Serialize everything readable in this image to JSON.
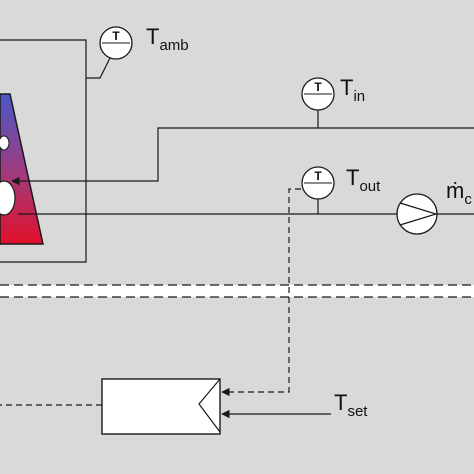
{
  "colors": {
    "panel_background": "#d9d9d9",
    "line": "#1a1a1a",
    "heat_gradient_top": "#4a57c9",
    "heat_gradient_bottom": "#e0102a",
    "box_fill": "#ffffff"
  },
  "sensors": [
    {
      "icon": "T",
      "symbol": "T",
      "subscript": "amb"
    },
    {
      "icon": "T",
      "symbol": "T",
      "subscript": "in"
    },
    {
      "icon": "T",
      "symbol": "T",
      "subscript": "out"
    }
  ],
  "flow": {
    "symbol": "ṁ",
    "subscript_partial": "c"
  },
  "setpoint": {
    "symbol": "T",
    "subscript": "set"
  }
}
